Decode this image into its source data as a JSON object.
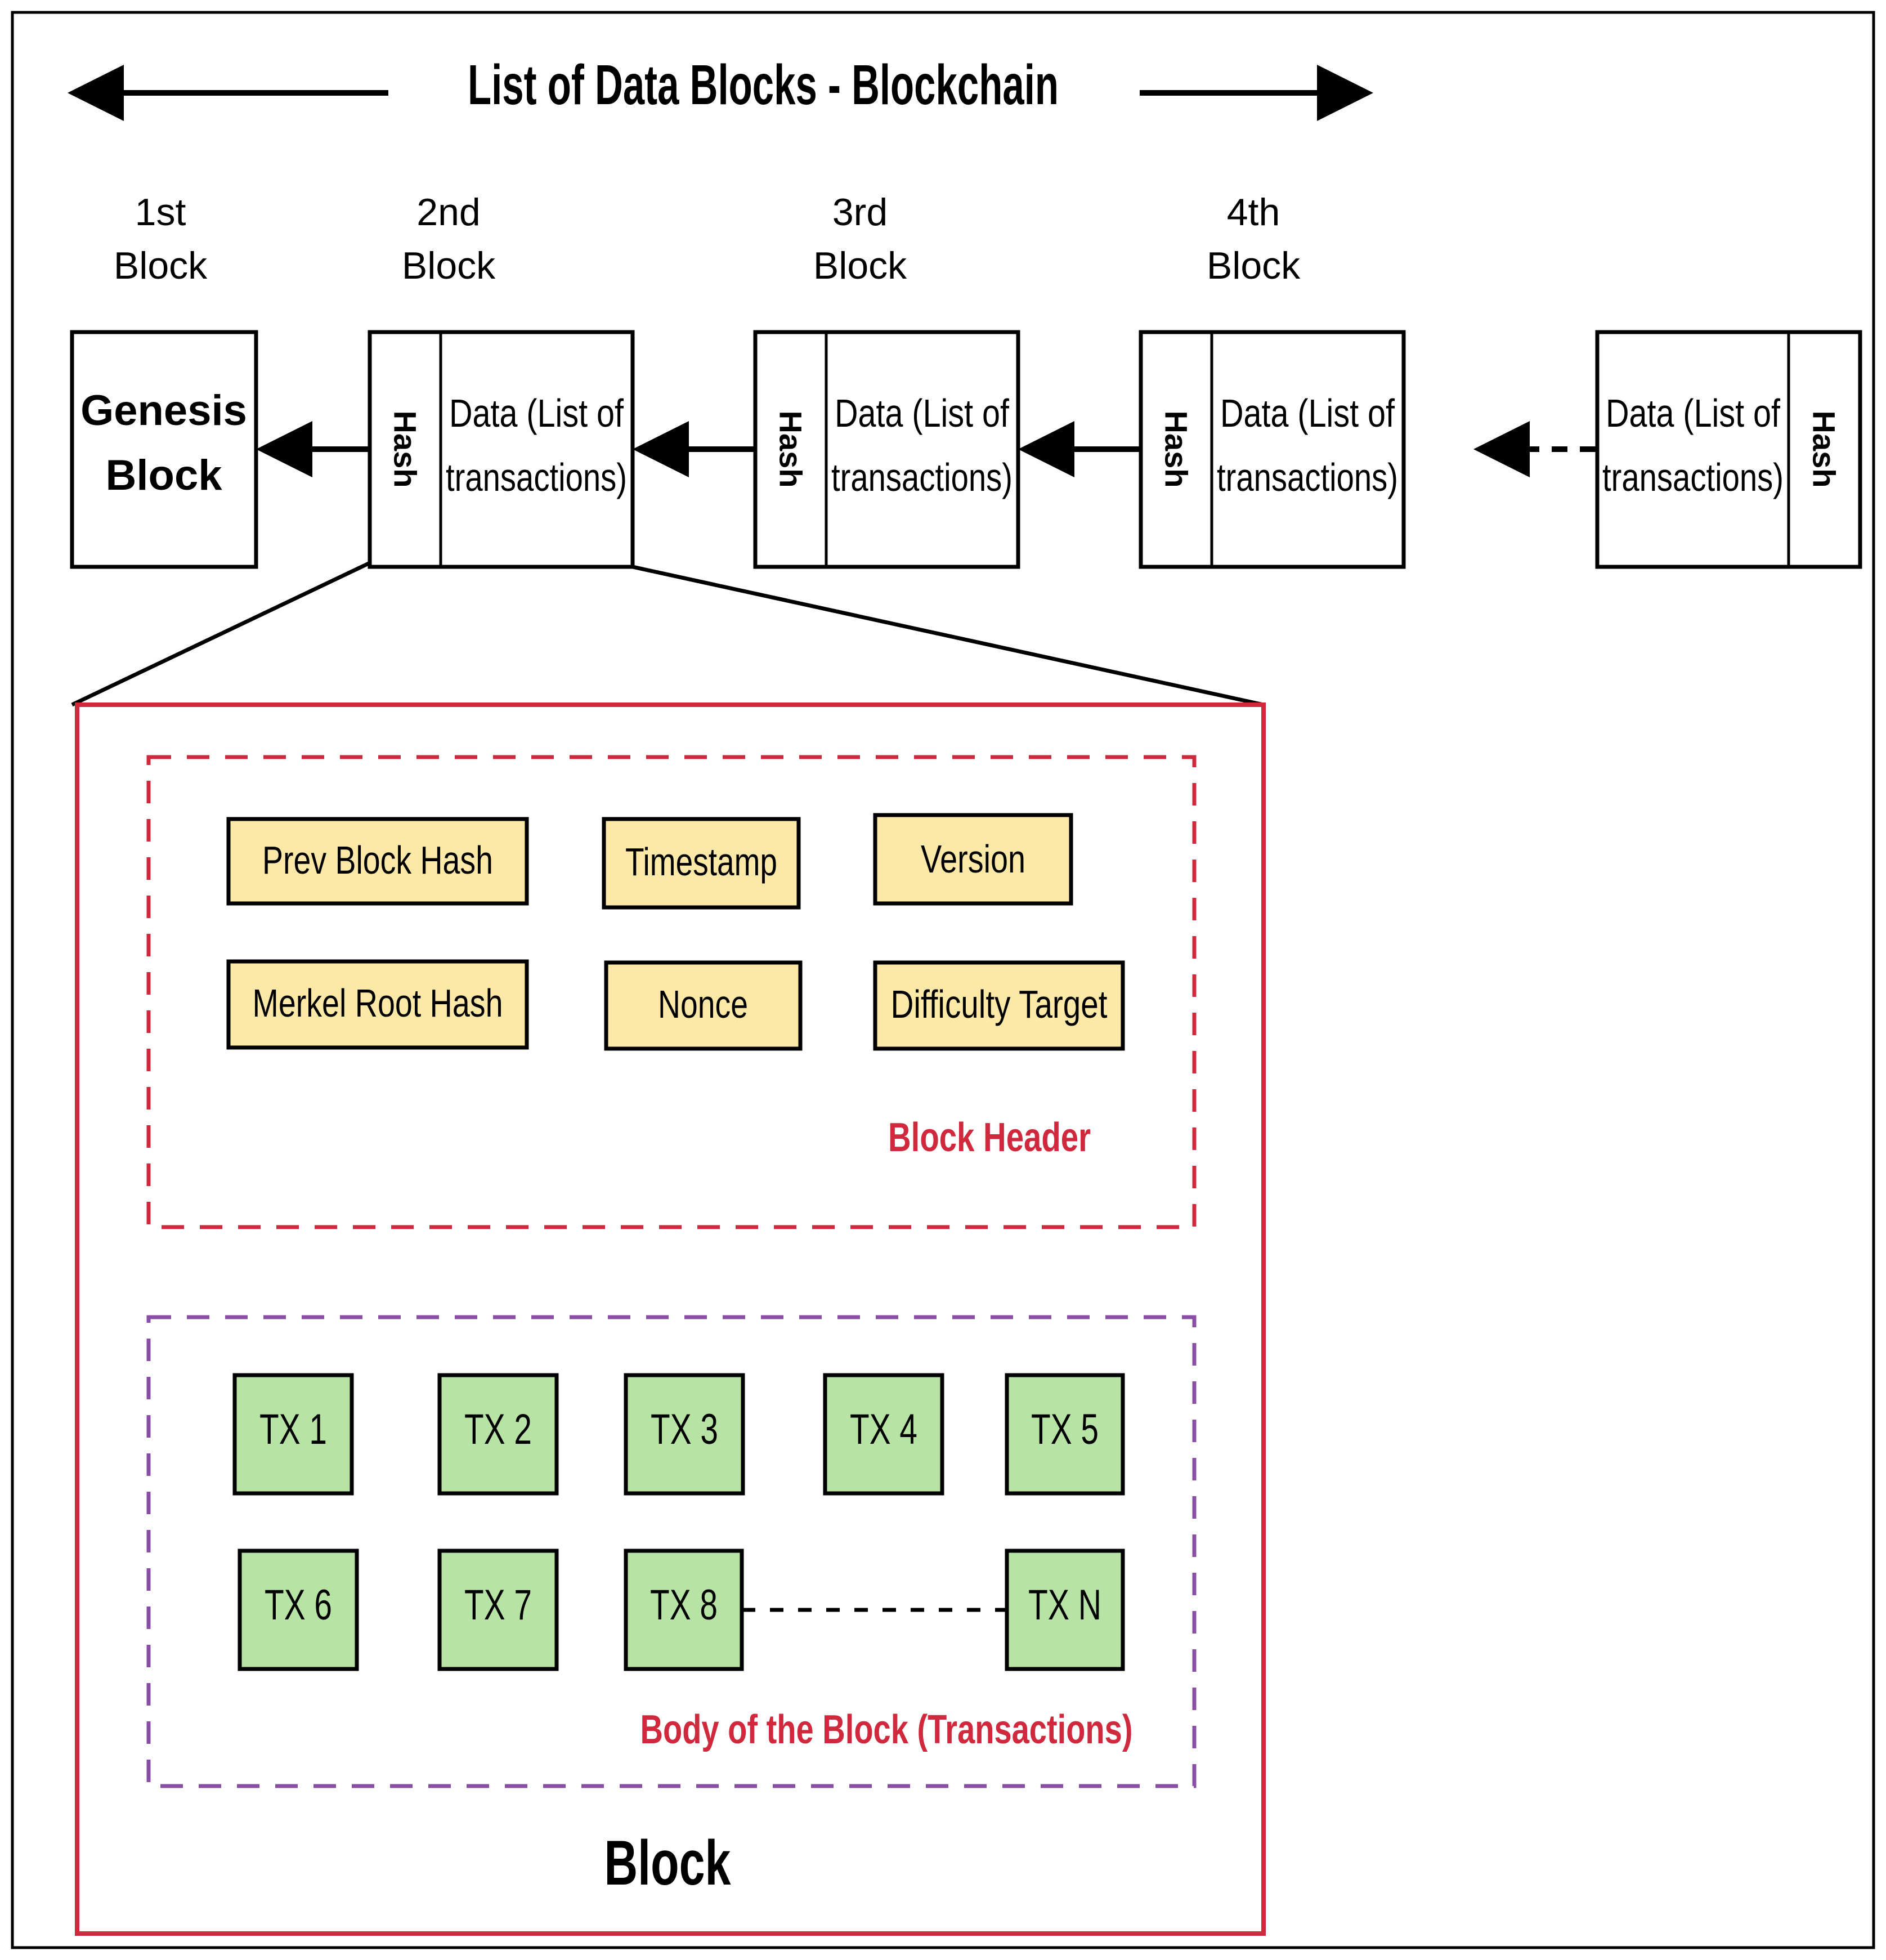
{
  "title": "List of Data Blocks - Blockchain",
  "chain": {
    "block_labels": [
      {
        "ordinal": "1st",
        "word": "Block"
      },
      {
        "ordinal": "2nd",
        "word": "Block"
      },
      {
        "ordinal": "3rd",
        "word": "Block"
      },
      {
        "ordinal": "4th",
        "word": "Block"
      }
    ],
    "genesis": {
      "line1": "Genesis",
      "line2": "Block"
    },
    "hash_label": "Hash",
    "data_line1": "Data (List of",
    "data_line2": "transactions)"
  },
  "block_detail": {
    "title": "Block",
    "header": {
      "label": "Block Header",
      "fields": [
        "Prev Block Hash",
        "Timestamp",
        "Version",
        "Merkel Root Hash",
        "Nonce",
        "Difficulty Target"
      ]
    },
    "body": {
      "label": "Body of the Block (Transactions)",
      "transactions": [
        "TX 1",
        "TX 2",
        "TX 3",
        "TX 4",
        "TX 5",
        "TX 6",
        "TX 7",
        "TX 8",
        "TX N"
      ]
    }
  },
  "colors": {
    "stroke": "#000000",
    "red": "#d0283c",
    "purple": "#8a4ea6",
    "field_fill": "#fde9a7",
    "tx_fill": "#b7e4a5"
  }
}
